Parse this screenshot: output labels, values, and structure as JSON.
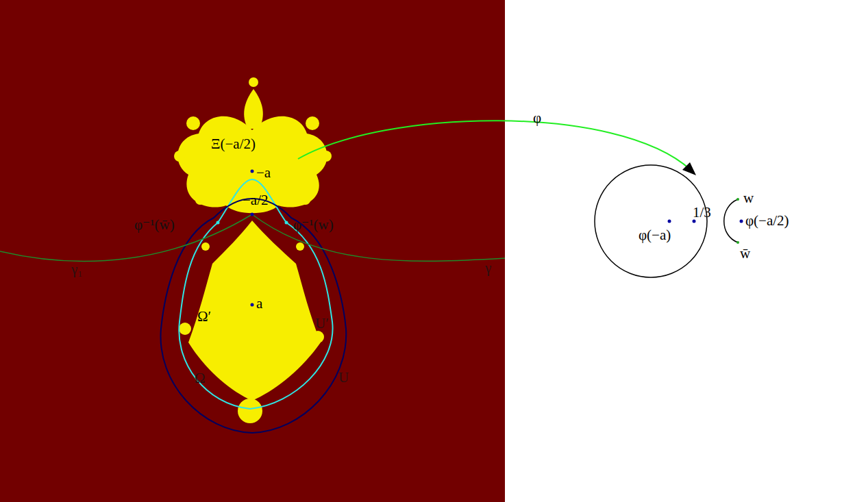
{
  "diagram": {
    "labels": [
      "Ξ(−a/2)",
      "−a",
      "−a/2",
      "φ⁻¹(w̄)",
      "φ⁻¹(w)",
      "γ₁",
      "γ",
      "a",
      "Ω′",
      "U′",
      "Ω",
      "U",
      "φ",
      "w",
      "1/3",
      "φ(−a)",
      "φ(−a/2)",
      "w̄"
    ]
  }
}
